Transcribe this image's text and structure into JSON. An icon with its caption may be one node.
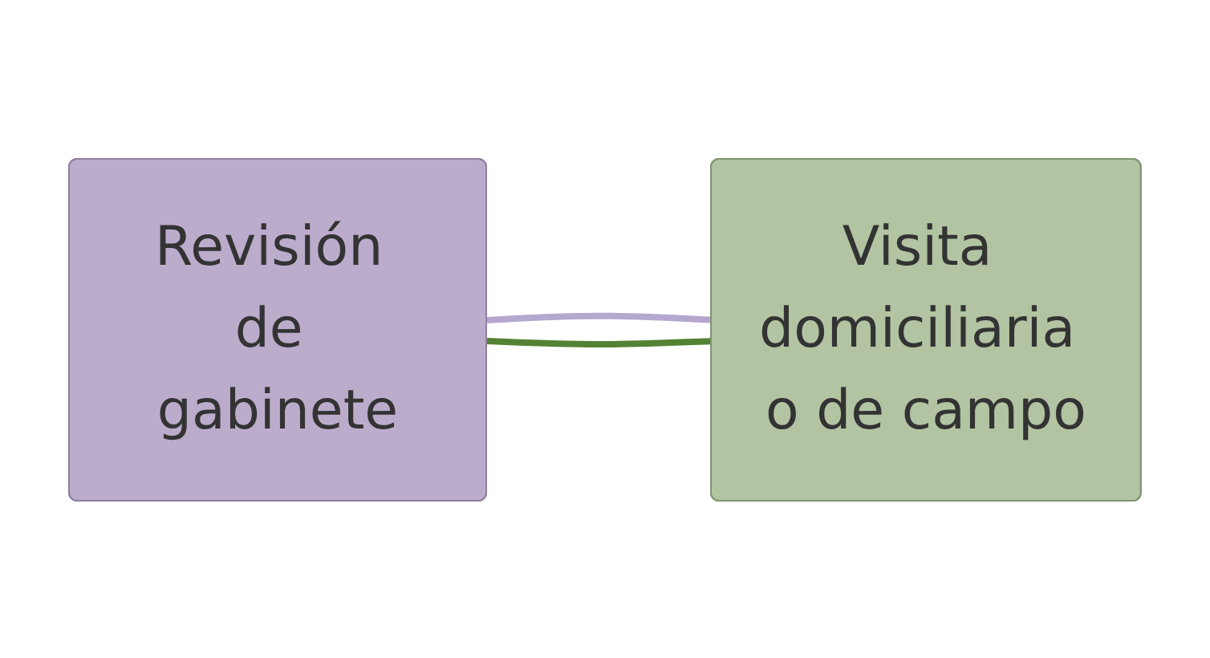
{
  "diagram": {
    "nodes": [
      {
        "text": [
          "Revisión de gabinete"
        ]
      },
      {
        "text": [
          "Visita domiciliaria o de campo"
        ]
      }
    ],
    "edges": [
      {
        "from": 0,
        "to": 1,
        "arrow": "none",
        "color": "#b4a7d0"
      },
      {
        "from": 1,
        "to": 0,
        "arrow": "none",
        "color": "#548235"
      }
    ]
  }
}
